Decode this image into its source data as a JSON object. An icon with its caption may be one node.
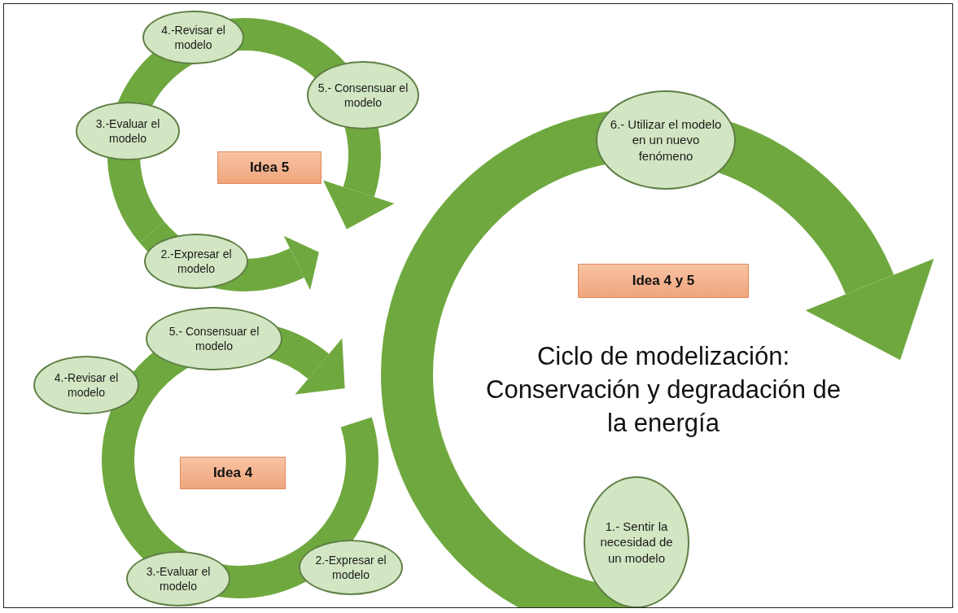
{
  "diagram": {
    "title": "Ciclo de modelización: Conservación y degradación de la energía",
    "nodes": [
      {
        "text": [
          "4.-Revisar el modelo"
        ]
      },
      {
        "text": [
          "5.- Consensuar el modelo"
        ]
      },
      {
        "text": [
          "3.-Evaluar el modelo"
        ]
      },
      {
        "text": [
          "Idea 5"
        ]
      },
      {
        "text": [
          "2.-Expresar el modelo"
        ]
      },
      {
        "text": [
          "6.- Utilizar el modelo en un nuevo fenómeno"
        ]
      },
      {
        "text": [
          "Idea 4 y 5"
        ]
      },
      {
        "text": [
          "5.- Consensuar el modelo"
        ]
      },
      {
        "text": [
          "4.-Revisar el modelo"
        ]
      },
      {
        "text": [
          "Idea 4"
        ]
      },
      {
        "text": [
          "2.-Expresar el modelo"
        ]
      },
      {
        "text": [
          "3.-Evaluar el modelo"
        ]
      },
      {
        "text": [
          "1.- Sentir la necesidad de un modelo"
        ]
      }
    ]
  }
}
